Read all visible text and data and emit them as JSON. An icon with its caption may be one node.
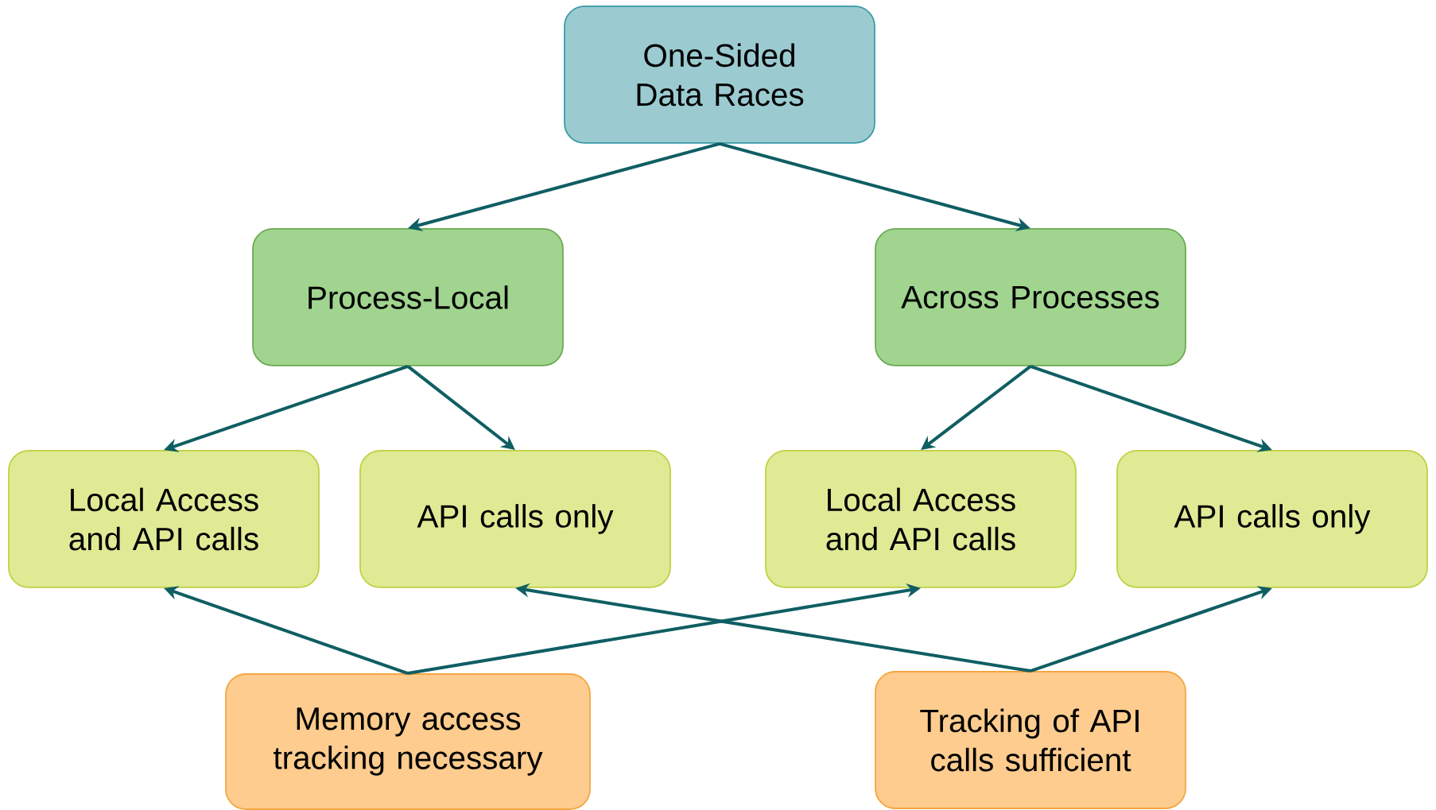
{
  "diagram": {
    "nodes": [
      {
        "text": [
          "One-Sided Data Races"
        ]
      },
      {
        "text": [
          "Process-Local"
        ]
      },
      {
        "text": [
          "Across Processes"
        ]
      },
      {
        "text": [
          "Local Access and API calls"
        ]
      },
      {
        "text": [
          "API calls only"
        ]
      },
      {
        "text": [
          "Local Access and API calls"
        ]
      },
      {
        "text": [
          "API calls only"
        ]
      },
      {
        "text": [
          "Memory access tracking necessary"
        ]
      },
      {
        "text": [
          "Tracking of API calls sufficient"
        ]
      }
    ],
    "edges": [
      {
        "from": 0,
        "to": 1,
        "arrow": "to"
      },
      {
        "from": 0,
        "to": 2,
        "arrow": "to"
      },
      {
        "from": 1,
        "to": 3,
        "arrow": "to"
      },
      {
        "from": 1,
        "to": 4,
        "arrow": "to"
      },
      {
        "from": 2,
        "to": 5,
        "arrow": "to"
      },
      {
        "from": 2,
        "to": 6,
        "arrow": "to"
      },
      {
        "from": 7,
        "to": 3,
        "arrow": "to"
      },
      {
        "from": 7,
        "to": 5,
        "arrow": "to"
      },
      {
        "from": 8,
        "to": 4,
        "arrow": "to"
      },
      {
        "from": 8,
        "to": 6,
        "arrow": "to"
      }
    ]
  }
}
